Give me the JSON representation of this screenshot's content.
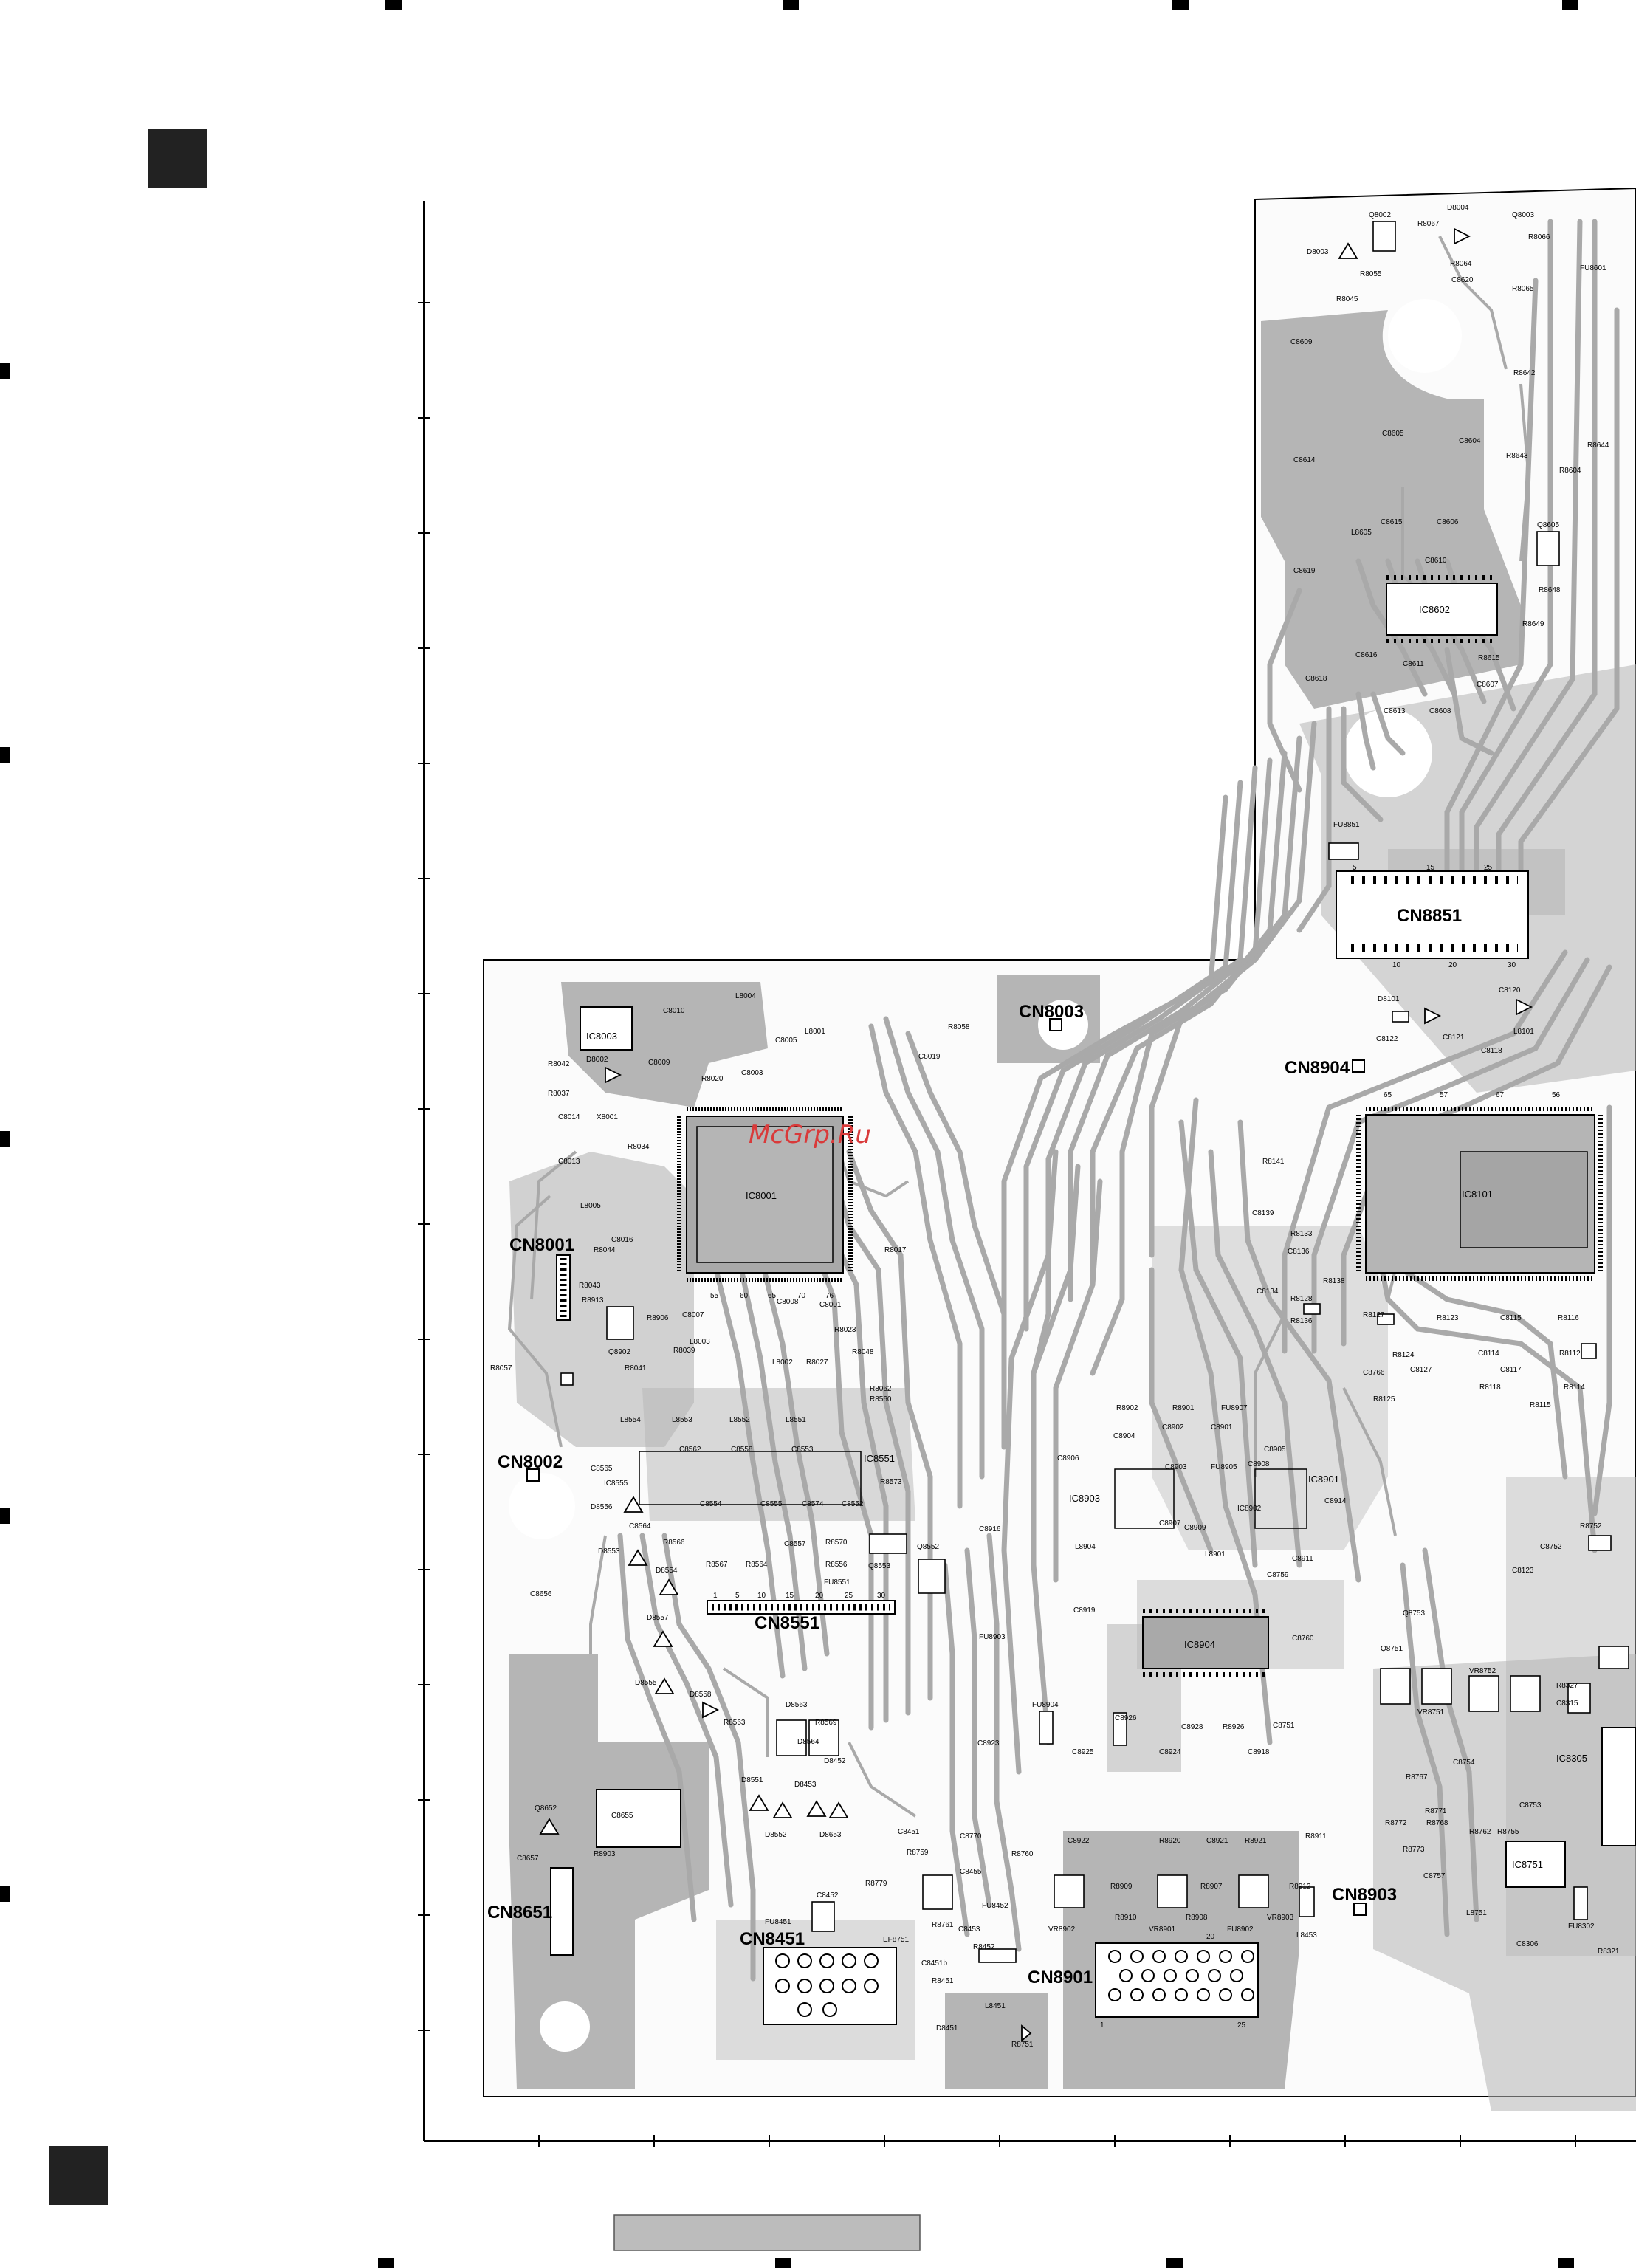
{
  "watermark": "McGrp.Ru",
  "colors": {
    "copper": "#b5b5b5",
    "trace": "#a9a9a9",
    "pad": "#ffffff",
    "ink": "#000000",
    "watermark": "#d93a3a"
  },
  "connectors": {
    "cn8851": "CN8851",
    "cn8003": "CN8003",
    "cn8904": "CN8904",
    "cn8001": "CN8001",
    "cn8002": "CN8002",
    "cn8551": "CN8551",
    "cn8651": "CN8651",
    "cn8451": "CN8451",
    "cn8901": "CN8901",
    "cn8903": "CN8903"
  },
  "ics": {
    "ic8602": "IC8602",
    "ic8001": "IC8001",
    "ic8101": "IC8101",
    "ic8003": "IC8003",
    "ic8904": "IC8904",
    "ic8901": "IC8901",
    "ic8903": "IC8903",
    "ic8751": "IC8751",
    "ic8305": "IC8305",
    "ic8551": "IC8551"
  },
  "pin_numbers": {
    "cn8851_top": [
      "5",
      "15",
      "25"
    ],
    "cn8851_bottom": [
      "10",
      "20",
      "30"
    ],
    "cn8551": [
      "1",
      "5",
      "10",
      "15",
      "20",
      "25",
      "30"
    ],
    "ic8001": [
      "55",
      "60",
      "65",
      "70",
      "76"
    ],
    "ic8101": [
      "65",
      "57",
      "67",
      "56"
    ],
    "cn8901": [
      "1",
      "25",
      "20"
    ]
  },
  "components": [
    "D8003",
    "Q8002",
    "R8067",
    "D8004",
    "Q8003",
    "R8066",
    "FU8601",
    "R8064",
    "R8065",
    "C8620",
    "R8055",
    "R8045",
    "C8609",
    "C8614",
    "C8605",
    "C8604",
    "R8643",
    "R8642",
    "R8604",
    "R8644",
    "C8615",
    "C8606",
    "C8610",
    "L8605",
    "C8619",
    "C8616",
    "C8611",
    "C8613",
    "C8608",
    "C8618",
    "C8607",
    "R8615",
    "Q8605",
    "R8648",
    "R8649",
    "FU8851",
    "C8010",
    "L8004",
    "C8005",
    "L8001",
    "C8009",
    "R8020",
    "C8003",
    "R8058",
    "C8019",
    "R8042",
    "R8037",
    "D8002",
    "C8014",
    "X8001",
    "R8034",
    "C8013",
    "L8005",
    "C8016",
    "R8044",
    "R8043",
    "R8913",
    "R8017",
    "C8007",
    "R8906",
    "C8008",
    "C8001",
    "R8023",
    "R8057",
    "R8039",
    "R8041",
    "Q8902",
    "L8003",
    "L8002",
    "R8027",
    "R8048",
    "R8062",
    "R8560",
    "D8101",
    "C8120",
    "L8101",
    "C8122",
    "C8121",
    "C8118",
    "R8141",
    "C8139",
    "R8133",
    "C8136",
    "R8138",
    "C8134",
    "R8128",
    "R8136",
    "R8127",
    "R8124",
    "R8123",
    "C8127",
    "R8125",
    "R8118",
    "C8115",
    "C8117",
    "R8116",
    "R8112",
    "R8114",
    "R8115",
    "C8114",
    "C8766",
    "L8554",
    "L8553",
    "L8552",
    "L8551",
    "C8565",
    "C8562",
    "C8558",
    "C8553",
    "IC8555",
    "R8573",
    "D8556",
    "C8564",
    "C8554",
    "C8555",
    "C8574",
    "C8552",
    "D8553",
    "R8566",
    "R8567",
    "R8564",
    "C8557",
    "R8570",
    "R8556",
    "D8554",
    "FU8551",
    "Q8552",
    "Q8553",
    "C8656",
    "D8557",
    "D8555",
    "D8558",
    "D8563",
    "R8563",
    "D8564",
    "R8569",
    "D8452",
    "D8551",
    "D8453",
    "D8552",
    "D8653",
    "Q8652",
    "C8655",
    "C8657",
    "R8903",
    "R8902",
    "R8901",
    "FU8907",
    "C8906",
    "C8904",
    "C8902",
    "C8901",
    "C8905",
    "C8903",
    "FU8905",
    "C8908",
    "IC8902",
    "C8909",
    "C8907",
    "C8914",
    "L8904",
    "L8901",
    "C8911",
    "C8759",
    "C8916",
    "C8919",
    "C8760",
    "FU8903",
    "FU8904",
    "C8926",
    "C8925",
    "C8924",
    "C8918",
    "C8928",
    "R8926",
    "C8751",
    "C8923",
    "C8922",
    "R8920",
    "C8921",
    "R8921",
    "R8911",
    "R8909",
    "R8907",
    "R8912",
    "R8910",
    "R8908",
    "VR8903",
    "VR8902",
    "VR8901",
    "FU8902",
    "L8453",
    "C8451",
    "R8759",
    "C8770",
    "R8760",
    "C8455",
    "R8779",
    "FU8452",
    "FU8451",
    "C8452",
    "R8761",
    "C8453",
    "EF8751",
    "R8452",
    "C8451b",
    "R8451",
    "L8451",
    "D8451",
    "R8751",
    "R8752",
    "C8752",
    "C8123",
    "Q8753",
    "Q8751",
    "VR8751",
    "VR8752",
    "R8327",
    "C8315",
    "R8767",
    "C8754",
    "C8753",
    "R8771",
    "R8772",
    "R8768",
    "R8773",
    "R8762",
    "R8755",
    "C8757",
    "L8751",
    "FU8302",
    "C8306",
    "R8321"
  ]
}
